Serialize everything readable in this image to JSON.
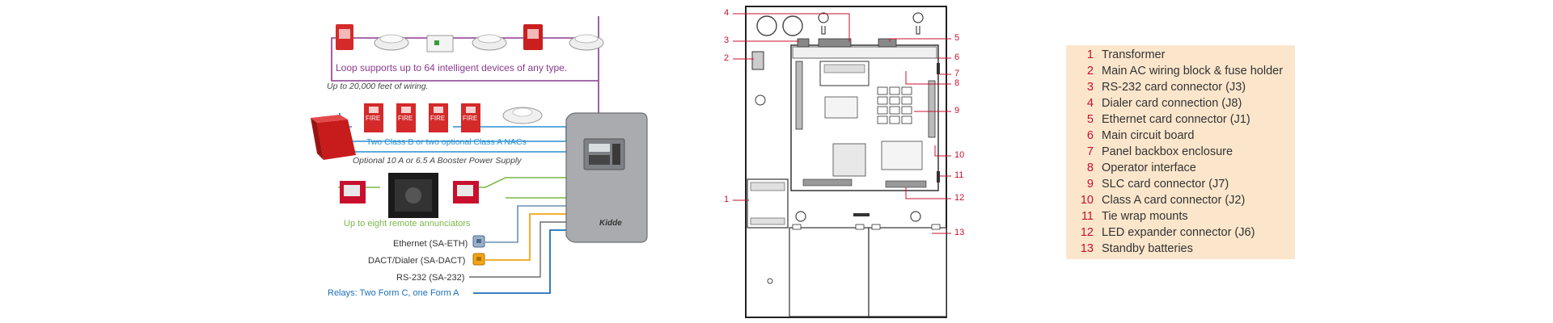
{
  "loop_text": "Loop supports up to 64 intelligent devices of any type.",
  "wiring_text": "Up to 20,000 feet of wiring.",
  "nac_text": "Two Class B or two optional Class A NACs",
  "booster_text": "Optional 10 A or 6.5 A Booster Power Supply",
  "annunciator_text": "Up to eight remote annunciators",
  "fire_label": "FIRE",
  "brand": "Kidde",
  "connections": [
    {
      "label": "Ethernet (SA-ETH)"
    },
    {
      "label": "DACT/Dialer (SA-DACT)"
    },
    {
      "label": "RS-232 (SA-232)"
    },
    {
      "label": "Relays: Two Form C, one Form A"
    }
  ],
  "callouts": [
    "4",
    "3",
    "2",
    "1",
    "5",
    "6",
    "7",
    "8",
    "9",
    "10",
    "11",
    "12",
    "13"
  ],
  "legend": [
    {
      "num": "1",
      "label": "Transformer"
    },
    {
      "num": "2",
      "label": "Main AC wiring block & fuse holder"
    },
    {
      "num": "3",
      "label": "RS-232 card connector (J3)"
    },
    {
      "num": "4",
      "label": "Dialer card connection (J8)"
    },
    {
      "num": "5",
      "label": "Ethernet card connector (J1)"
    },
    {
      "num": "6",
      "label": "Main circuit board"
    },
    {
      "num": "7",
      "label": "Panel backbox enclosure"
    },
    {
      "num": "8",
      "label": "Operator interface"
    },
    {
      "num": "9",
      "label": "SLC card connector (J7)"
    },
    {
      "num": "10",
      "label": "Class A card connector (J2)"
    },
    {
      "num": "11",
      "label": "Tie wrap mounts"
    },
    {
      "num": "12",
      "label": "LED expander connector (J6)"
    },
    {
      "num": "13",
      "label": "Standby batteries"
    }
  ],
  "colors": {
    "loop": "#8b3a8e",
    "nac": "#2a8fd0",
    "annunciator": "#7ab648",
    "dialer": "#f2a516",
    "relay": "#1f6fb8",
    "callout": "#c8102e",
    "legend_bg": "#fbe6cc"
  }
}
